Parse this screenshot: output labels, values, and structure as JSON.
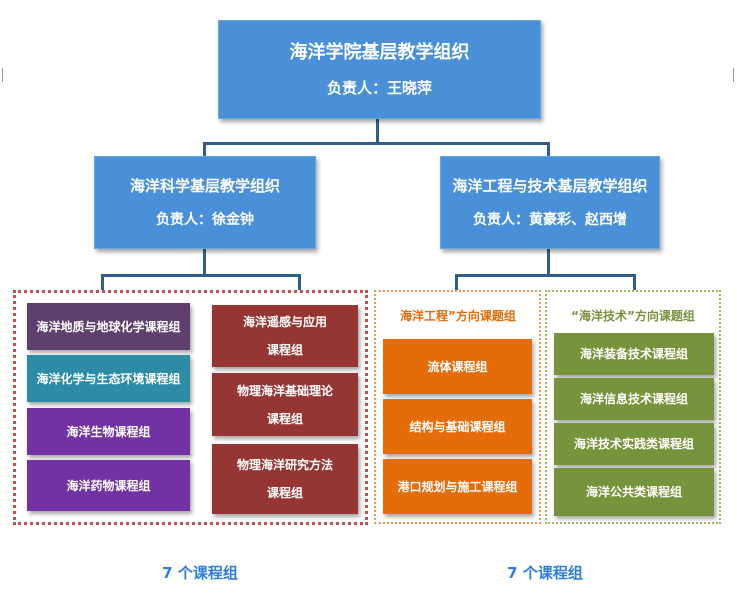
{
  "top": {
    "title": "海洋学院基层教学组织",
    "lead": "负责人：王晓萍"
  },
  "branches": [
    {
      "title": "海洋科学基层教学组织",
      "lead": "负责人：徐金钟"
    },
    {
      "title": "海洋工程与技术基层教学组织",
      "lead": "负责人：黄豪彩、赵西增"
    }
  ],
  "science": {
    "left_courses": [
      "海洋地质与地球化学课程组",
      "海洋化学与生态环境课程组",
      "海洋生物课程组",
      "海洋药物课程组"
    ],
    "right_courses": [
      [
        "海洋遥感与应用",
        "课程组"
      ],
      [
        "物理海洋基础理论",
        "课程组"
      ],
      [
        "物理海洋研究方法",
        "课程组"
      ]
    ],
    "count": "7 个课程组"
  },
  "engineering": {
    "heading": "海洋工程”方向课题组",
    "courses": [
      "流体课程组",
      "结构与基础课程组",
      "港口规划与施工课程组"
    ]
  },
  "technology": {
    "heading": "“海洋技术”方向课题组",
    "courses": [
      "海洋装备技术课程组",
      "海洋信息技术课程组",
      "海洋技术实践类课程组",
      "海洋公共类课程组"
    ]
  },
  "tech_count": "7 个课程组",
  "colors": {
    "blue": "#4a90d9",
    "plum": "#5e3f6e",
    "teal": "#2d8ba6",
    "purple": "#7232a3",
    "maroon": "#963634",
    "orange": "#e46c0a",
    "green": "#77933c",
    "science_border": "#c0504d",
    "engineering_border": "#f79646",
    "technology_border": "#9bbb59"
  }
}
